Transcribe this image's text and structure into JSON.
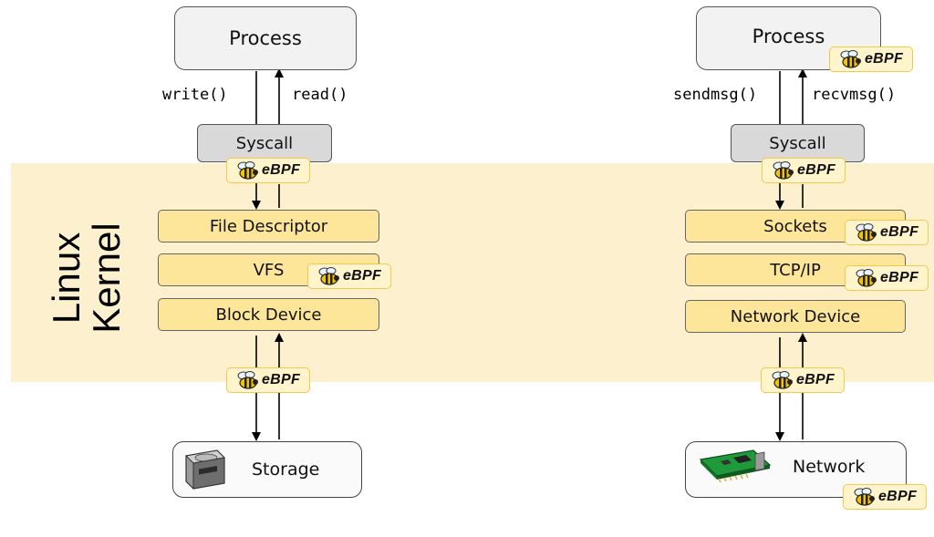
{
  "kernel_label": "Linux\nKernel",
  "ebpf_label": "eBPF",
  "left": {
    "process": "Process",
    "write_call": "write()",
    "read_call": "read()",
    "syscall": "Syscall",
    "layers": [
      "File Descriptor",
      "VFS",
      "Block Device"
    ],
    "device": "Storage"
  },
  "right": {
    "process": "Process",
    "send_call": "sendmsg()",
    "recv_call": "recvmsg()",
    "syscall": "Syscall",
    "layers": [
      "Sockets",
      "TCP/IP",
      "Network Device"
    ],
    "device": "Network"
  },
  "colors": {
    "kernel_band": "#fdf0cf",
    "layer_fill": "#fde69a",
    "badge_fill": "#fff4cc",
    "badge_border": "#f2c94c"
  }
}
